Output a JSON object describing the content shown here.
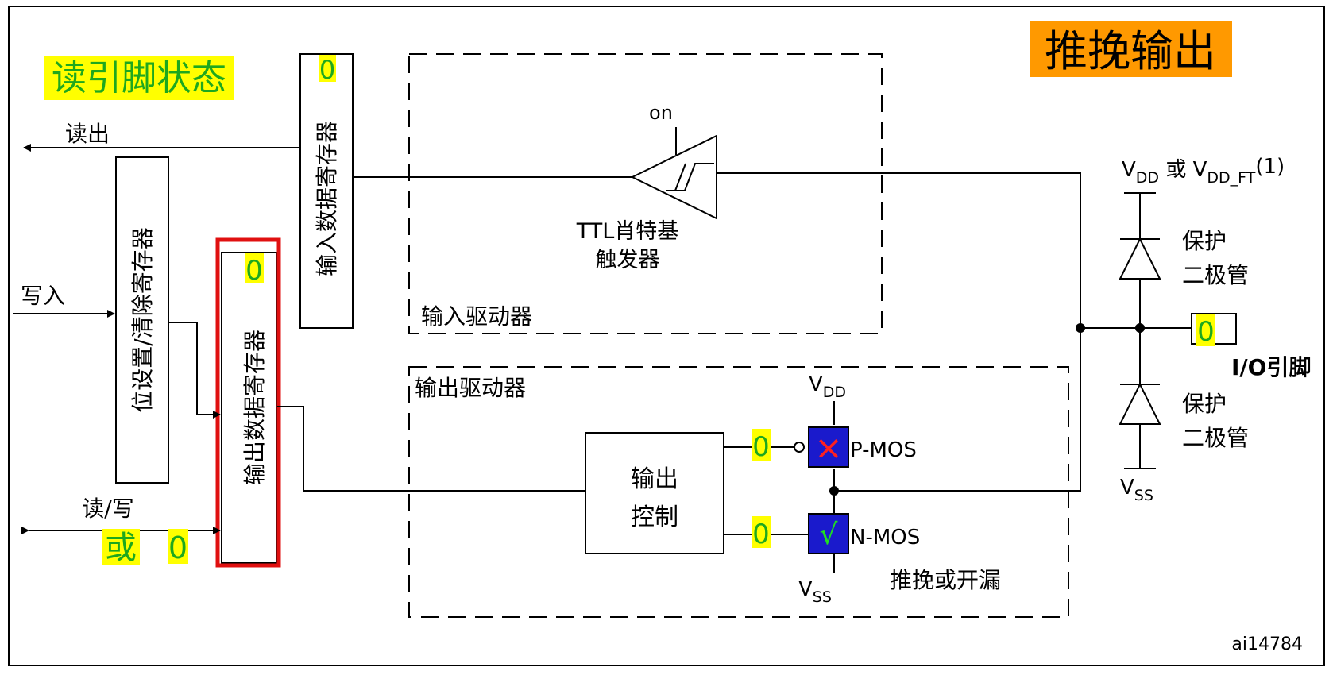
{
  "title": "推挽输出",
  "title_bg": "#ff9900",
  "highlight_bg": "#ffff00",
  "highlight_text": "#1ea81e",
  "read_pin_status": "读引脚状态",
  "labels": {
    "read_out": "读出",
    "write_in": "写入",
    "read_write": "读/写",
    "or": "或",
    "zero": "0",
    "on": "on",
    "ttl_line1": "TTL肖特基",
    "ttl_line2": "触发器",
    "input_driver": "输入驱动器",
    "output_driver": "输出驱动器",
    "output_control_line1": "输出",
    "output_control_line2": "控制",
    "pushpull_opendrain": "推挽或开漏",
    "p_mos": "P-MOS",
    "n_mos": "N-MOS",
    "vdd_top_main": "V",
    "vdd_top_sub": "DD",
    "vdd_top_or": " 或 V",
    "vdd_top_sub2": "DD_FT",
    "vdd_top_note": "(1)",
    "vdd_main": "V",
    "vdd_sub": "DD",
    "vss_main": "V",
    "vss_sub": "SS",
    "protect_line1": "保护",
    "protect_line2": "二极管",
    "io_pin": "I/O引脚",
    "figure_id": "ai14784",
    "p_mos_state": "×",
    "n_mos_state": "√"
  },
  "registers": {
    "input_data": "输入数据寄存器",
    "bit_set_reset": "位设置/清除寄存器",
    "output_data": "输出数据寄存器"
  },
  "colors": {
    "highlight_box": "#e01010",
    "mos_fill": "#1a1acc",
    "cross": "#ff2020",
    "check": "#20e020"
  }
}
